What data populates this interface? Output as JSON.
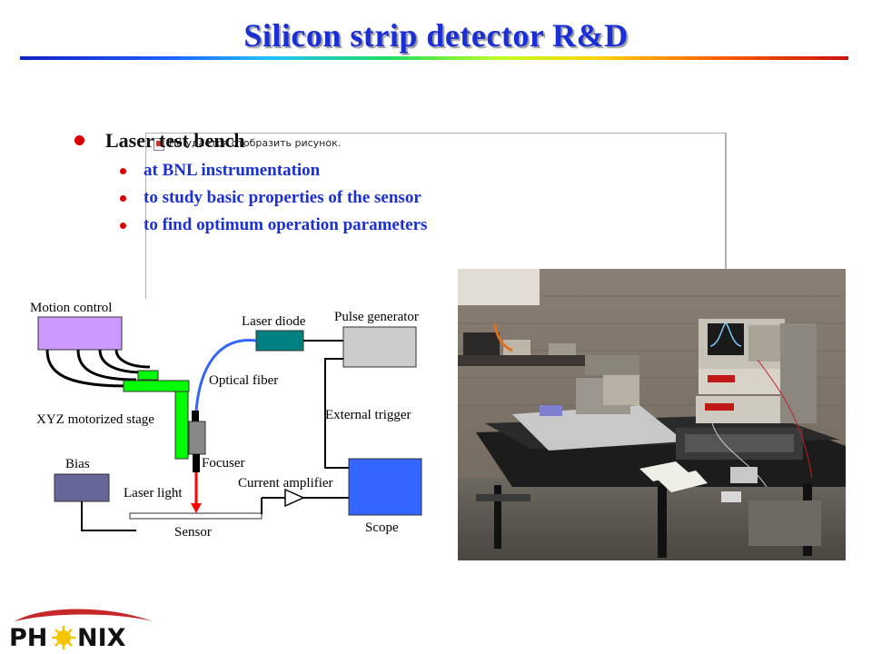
{
  "slide": {
    "title": "Silicon strip detector R&D"
  },
  "broken_image": {
    "message": "Не удается отобразить рисунок."
  },
  "bullets": {
    "main": "Laser test bench",
    "sub": [
      "at BNL instrumentation",
      "to study basic properties of the sensor",
      "to find optimum operation parameters"
    ]
  },
  "diagram": {
    "labels": {
      "motion_control": "Motion control",
      "laser_diode": "Laser diode",
      "pulse_generator": "Pulse generator",
      "optical_fiber": "Optical fiber",
      "xyz_stage": "XYZ motorized stage",
      "external_trigger": "External trigger",
      "bias": "Bias",
      "focuser": "Focuser",
      "laser_light": "Laser light",
      "current_amplifier": "Current amplifier",
      "sensor": "Sensor",
      "scope": "Scope"
    },
    "colors": {
      "motion_control": "#cc99ff",
      "laser_diode": "#008080",
      "pulse_generator": "#cccccc",
      "stage": "#00ff00",
      "bias": "#666699",
      "scope": "#3366ff",
      "fiber": "#3366ff",
      "laser_beam": "#ff0000"
    }
  },
  "logo": {
    "text": "PHENIX"
  },
  "colors": {
    "title": "#1a2fd6",
    "bullet": "#d80000",
    "sub_text": "#1a2fd6"
  }
}
